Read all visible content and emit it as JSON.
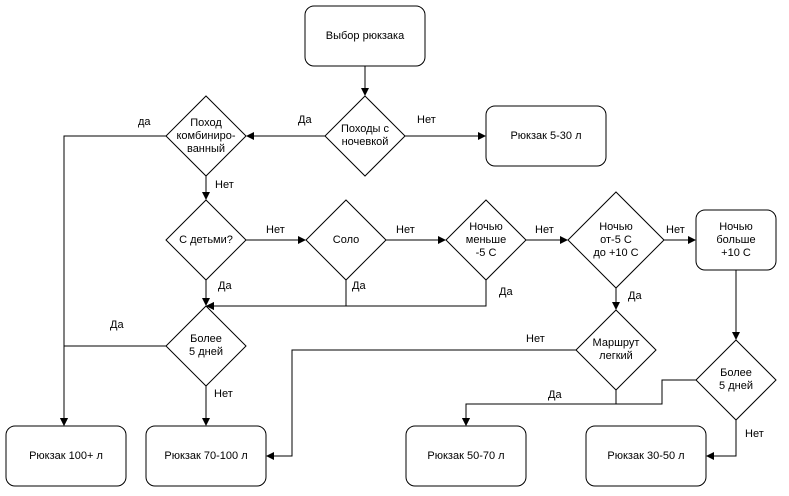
{
  "nodes": {
    "start": "Выбор рюкзака",
    "q_overnight": "Походы с\nночевкой",
    "r_5_30": "Рюкзак 5-30 л",
    "q_combined": "Поход\nкомбиниро-\nванный",
    "q_children": "С детьми?",
    "q_solo": "Соло",
    "q_night_lt_minus5": "Ночью\nменьше\n-5 С",
    "q_night_minus5_10": "Ночью\nот-5 С\nдо +10 С",
    "b_night_gt_10": "Ночью\nбольше\n+10 С",
    "q_more5_left": "Более\n5 дней",
    "q_easy_route": "Маршрут\nлегкий",
    "q_more5_right": "Более\n5 дней",
    "r_100": "Рюкзак 100+ л",
    "r_70_100": "Рюкзак 70-100 л",
    "r_50_70": "Рюкзак 50-70 л",
    "r_30_50": "Рюкзак 30-50 л"
  },
  "edges": {
    "overnight_yes": "Да",
    "overnight_no": "Нет",
    "combined_yes": "да",
    "combined_no": "Нет",
    "children_no": "Нет",
    "children_yes": "Да",
    "solo_no": "Нет",
    "solo_yes": "Да",
    "lt5_no": "Нет",
    "lt5_yes": "Да",
    "m5_10_no": "Нет",
    "m5_10_yes": "Да",
    "more5_left_yes": "Да",
    "more5_left_no": "Нет",
    "easy_no": "Нет",
    "easy_yes": "Да",
    "more5_right_no": "Нет"
  },
  "colors": {
    "stroke": "#000000",
    "fill": "#ffffff"
  }
}
